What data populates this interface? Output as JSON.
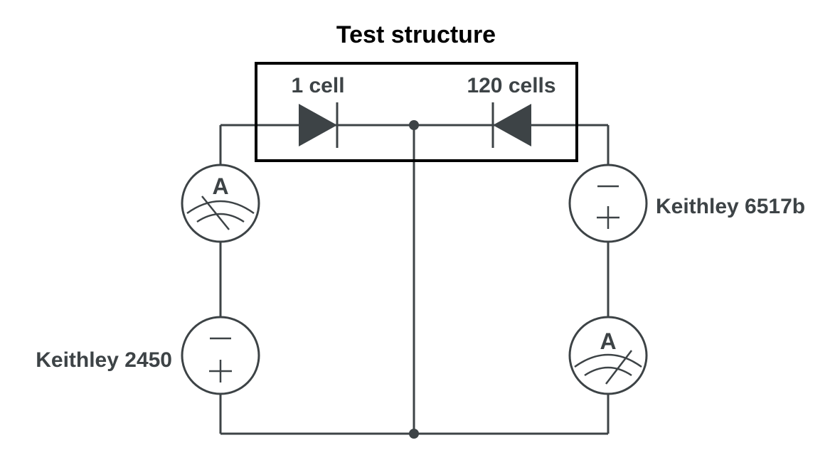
{
  "title": "Test structure",
  "diodes": {
    "left_label": "1 cell",
    "right_label": "120 cells"
  },
  "instruments": {
    "left_source_label": "Keithley 2450",
    "right_source_label": "Keithley 6517b",
    "ammeter_symbol": "A",
    "minus_sign": "—",
    "plus_sign": "+"
  },
  "colors": {
    "wire": "#3d4346",
    "box": "#000000",
    "background": "#ffffff"
  }
}
